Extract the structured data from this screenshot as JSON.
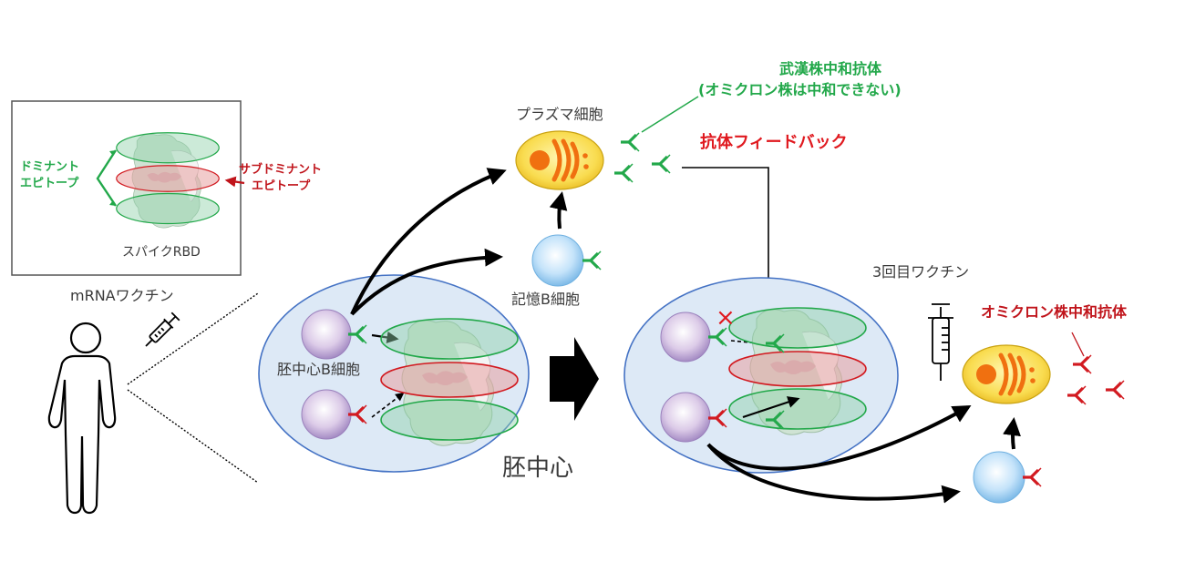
{
  "title": "mRNAワクチン接種後の胚中心における抗体フィードバックによるオミクロン株中和抗体の誘導",
  "inset": {
    "caption": "スパイクRBD",
    "dominant_label": [
      "ドミナント",
      "エピトープ"
    ],
    "subdominant_label": [
      "サブドミナント",
      "エピトープ"
    ]
  },
  "left": {
    "vaccine_label": "mRNAワクチン"
  },
  "germinal_center_1": {
    "b_cell_label": "胚中心B細胞",
    "center_label": "胚中心"
  },
  "top": {
    "plasma_cell_label": "プラズマ細胞",
    "memory_b_cell_label": "記憶B細胞",
    "wuhan_antibody_label": [
      "武漢株中和抗体",
      "(オミクロン株は中和できない)"
    ],
    "feedback_label": "抗体フィードバック"
  },
  "right": {
    "third_vaccine_label": "3回目ワクチン",
    "omicron_antibody_label": "オミクロン株中和抗体",
    "blocked_mark": "×"
  },
  "colors": {
    "dominant_green": "#22a84a",
    "subdominant_red": "#d21a20",
    "feedback_red": "#e0191f",
    "gc_fill": "#dde9f6",
    "gc_stroke": "#4472c4",
    "plasma_fill": "#f7d84a",
    "plasma_organelle": "#f07010",
    "memory_b_fill": "#a8d4f4",
    "gc_b_fill": "#c9b3dc"
  }
}
